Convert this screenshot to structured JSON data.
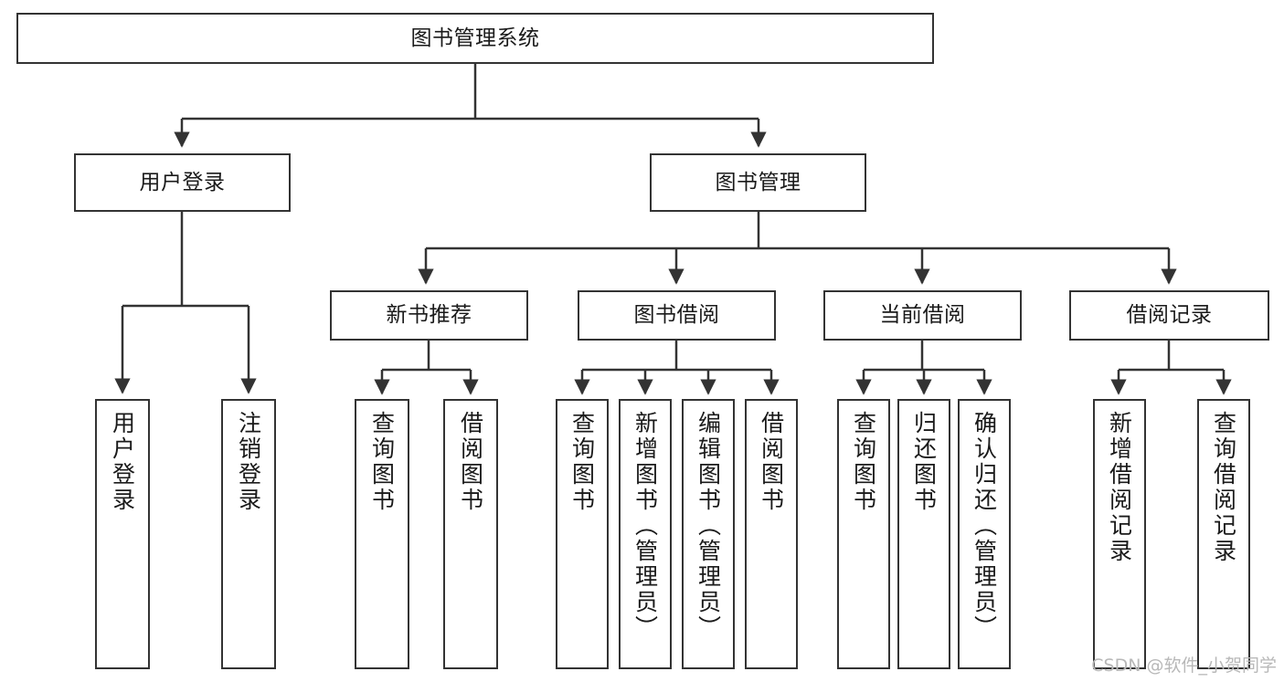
{
  "diagram": {
    "title": "图书管理系统",
    "type": "tree-hierarchy",
    "watermark": "CSDN @软件_小贺同学",
    "colors": {
      "box_border": "#333333",
      "box_fill": "#ffffff",
      "connector": "#333333",
      "text": "#1a1a1a",
      "watermark": "#b8b8b8"
    },
    "root": {
      "label": "图书管理系统"
    },
    "level2": [
      {
        "label": "用户登录"
      },
      {
        "label": "图书管理"
      }
    ],
    "level3": [
      {
        "label": "新书推荐"
      },
      {
        "label": "图书借阅"
      },
      {
        "label": "当前借阅"
      },
      {
        "label": "借阅记录"
      }
    ],
    "leaves": {
      "user_login": [
        {
          "label": "用户登录"
        },
        {
          "label": "注销登录"
        }
      ],
      "new_book_recommend": [
        {
          "label": "查询图书"
        },
        {
          "label": "借阅图书"
        }
      ],
      "book_borrow": [
        {
          "label": "查询图书"
        },
        {
          "label": "新增图书（管理员）"
        },
        {
          "label": "编辑图书（管理员）"
        },
        {
          "label": "借阅图书"
        }
      ],
      "current_borrow": [
        {
          "label": "查询图书"
        },
        {
          "label": "归还图书"
        },
        {
          "label": "确认归还（管理员）"
        }
      ],
      "borrow_record": [
        {
          "label": "新增借阅记录"
        },
        {
          "label": "查询借阅记录"
        }
      ]
    }
  }
}
